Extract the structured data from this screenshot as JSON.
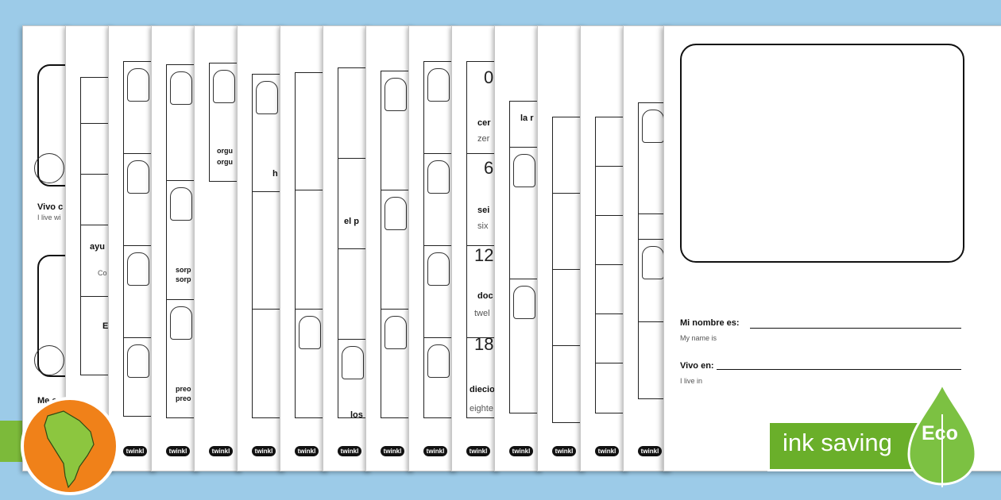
{
  "page": {
    "brand_logo": "twinkl"
  },
  "sheets": {
    "s0": {
      "line1": "Vivo c",
      "line1_sub": "I live wi",
      "line2": "Me c"
    },
    "s1": {
      "word": "ayu",
      "sub": "Co",
      "word2": "E"
    },
    "s3": {
      "w1": "sorp",
      "w2": "sorp",
      "w3": "preo",
      "w4": "preo"
    },
    "s4": {
      "w1": "orgu",
      "w2": "orgu"
    },
    "s5": {
      "w1": "h"
    },
    "s7": {
      "w1": "el p",
      "w2": "los"
    },
    "s10": {
      "n0": "0",
      "w0": "cer",
      "s0": "zer",
      "n1": "6",
      "w1": "sei",
      "s1": "six",
      "n2": "12",
      "w2": "doc",
      "s2": "twel",
      "n3": "18",
      "w3": "diecio",
      "s3": "eighte"
    },
    "s11": {
      "w1": "la r"
    }
  },
  "front": {
    "name_label": "Mi nombre es:",
    "name_sub": "My name is",
    "live_label": "Vivo en:",
    "live_sub": "I live in"
  },
  "badge": {
    "text": "ink saving",
    "eco": "Eco",
    "leaf_color": "#7cc142",
    "band_color": "#7cba3a"
  },
  "globe": {
    "color": "#f08119",
    "continent_color": "#8cc63f",
    "icon": "south-america-globe-icon"
  }
}
